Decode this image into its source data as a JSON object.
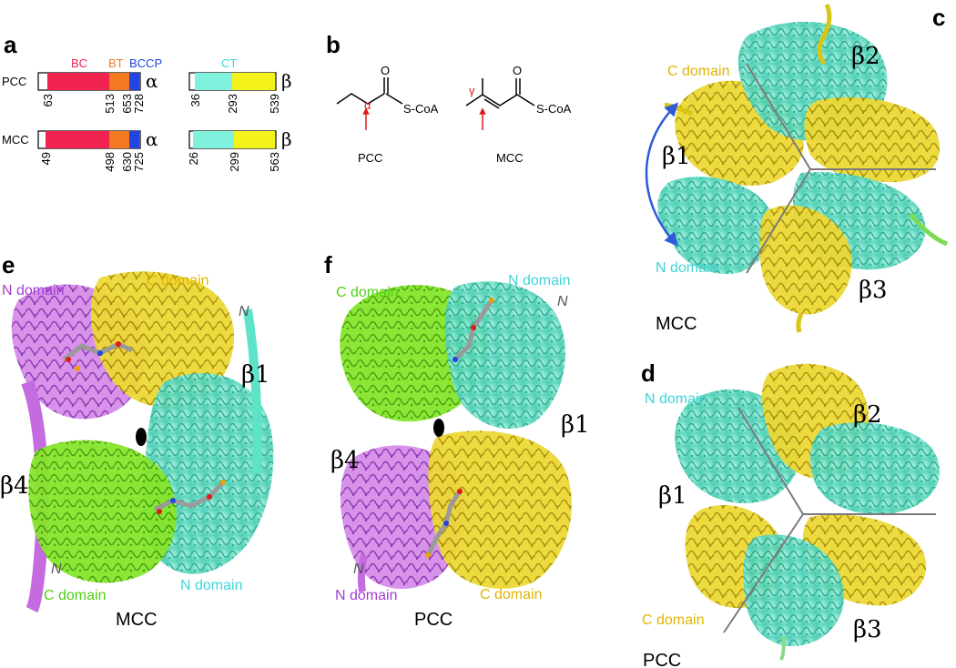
{
  "panels": {
    "a": "a",
    "b": "b",
    "c": "c",
    "d": "d",
    "e": "e",
    "f": "f"
  },
  "panel_a": {
    "domain_labels": {
      "bc": "BC",
      "bt": "BT",
      "bccp": "BCCP",
      "ct": "CT"
    },
    "rows": [
      {
        "name": "PCC",
        "alpha_symbol": "α",
        "beta_symbol": "β",
        "alpha_numbers": [
          "63",
          "513",
          "653",
          "728"
        ],
        "beta_numbers": [
          "36",
          "293",
          "539"
        ]
      },
      {
        "name": "MCC",
        "alpha_symbol": "α",
        "beta_symbol": "β",
        "alpha_numbers": [
          "49",
          "498",
          "630",
          "725"
        ],
        "beta_numbers": [
          "26",
          "299",
          "563"
        ]
      }
    ],
    "colors": {
      "bc": "#f0244f",
      "bt": "#f37a21",
      "bccp": "#2244e0",
      "ct": "#7ff1dc",
      "ct_c": "#f3f21a"
    }
  },
  "panel_b": {
    "pcc": {
      "o": "O",
      "scoa": "S-CoA",
      "pos": "α",
      "name": "PCC"
    },
    "mcc": {
      "o": "O",
      "scoa": "S-CoA",
      "pos": "γ",
      "name": "MCC"
    }
  },
  "panel_c": {
    "c_domain": "C domain",
    "n_domain": "N domain",
    "b1": "β1",
    "b2": "β2",
    "b3": "β3",
    "caption": "MCC"
  },
  "panel_d": {
    "n_domain": "N domain",
    "c_domain": "C domain",
    "b1": "β1",
    "b2": "β2",
    "b3": "β3",
    "caption": "PCC"
  },
  "panel_e": {
    "n_domain_top": "N domain",
    "c_domain_top": "C domain",
    "n_top": "N",
    "n_bottom": "N",
    "b1": "β1",
    "b4": "β4",
    "c_domain_bottom": "C domain",
    "n_domain_bottom": "N domain",
    "caption": "MCC"
  },
  "panel_f": {
    "c_domain_top": "C domain",
    "n_domain_top": "N domain",
    "n_top": "N",
    "n_bottom": "N",
    "b1": "β1",
    "b4": "β4",
    "n_domain_bottom": "N domain",
    "c_domain_bottom": "C domain",
    "caption": "PCC"
  },
  "colors": {
    "cyan": "#5de3c8",
    "yellow": "#e8d21c",
    "green": "#6fe01a",
    "violet": "#c46be0",
    "arrow": "#2f5ad8",
    "divider": "#7a7a7a",
    "label_yellow": "#e0b400",
    "label_cyan": "#3ed4d8",
    "label_violet": "#a23fd0",
    "label_green": "#4dcf10",
    "red": "#e01818"
  }
}
